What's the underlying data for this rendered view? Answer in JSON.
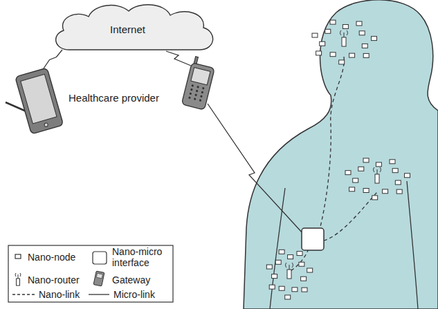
{
  "diagram": {
    "nodes": [
      {
        "text": [
          "Internet"
        ]
      },
      {
        "text": [
          "Healthcare provider"
        ]
      }
    ],
    "edges": [
      {
        "from": 0,
        "to": 1,
        "arrow": "none"
      }
    ],
    "legend": [
      {
        "text": "Nano-node"
      },
      {
        "text": "Nano-micro interface"
      },
      {
        "text": "Nano-router"
      },
      {
        "text": "Gateway"
      },
      {
        "text": "Nano-link"
      },
      {
        "text": "Micro-link"
      }
    ]
  }
}
